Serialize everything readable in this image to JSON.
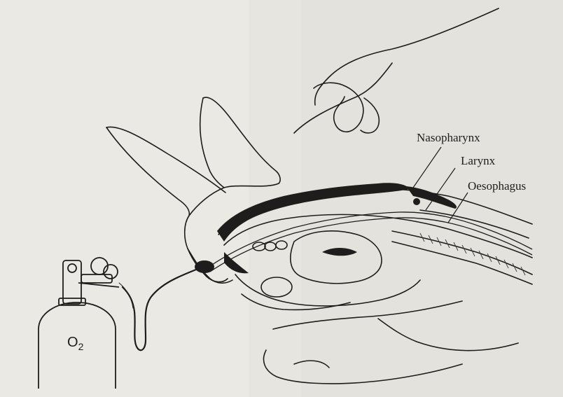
{
  "figure": {
    "labels": {
      "nasopharynx": "Nasopharynx",
      "larynx": "Larynx",
      "oesophagus": "Oesophagus"
    },
    "oxygen": {
      "symbol": "O",
      "subscript": "2"
    },
    "colors": {
      "ink": "#1f1d1b",
      "paper": "#ebe9e4",
      "shade": "#3a3734"
    }
  }
}
